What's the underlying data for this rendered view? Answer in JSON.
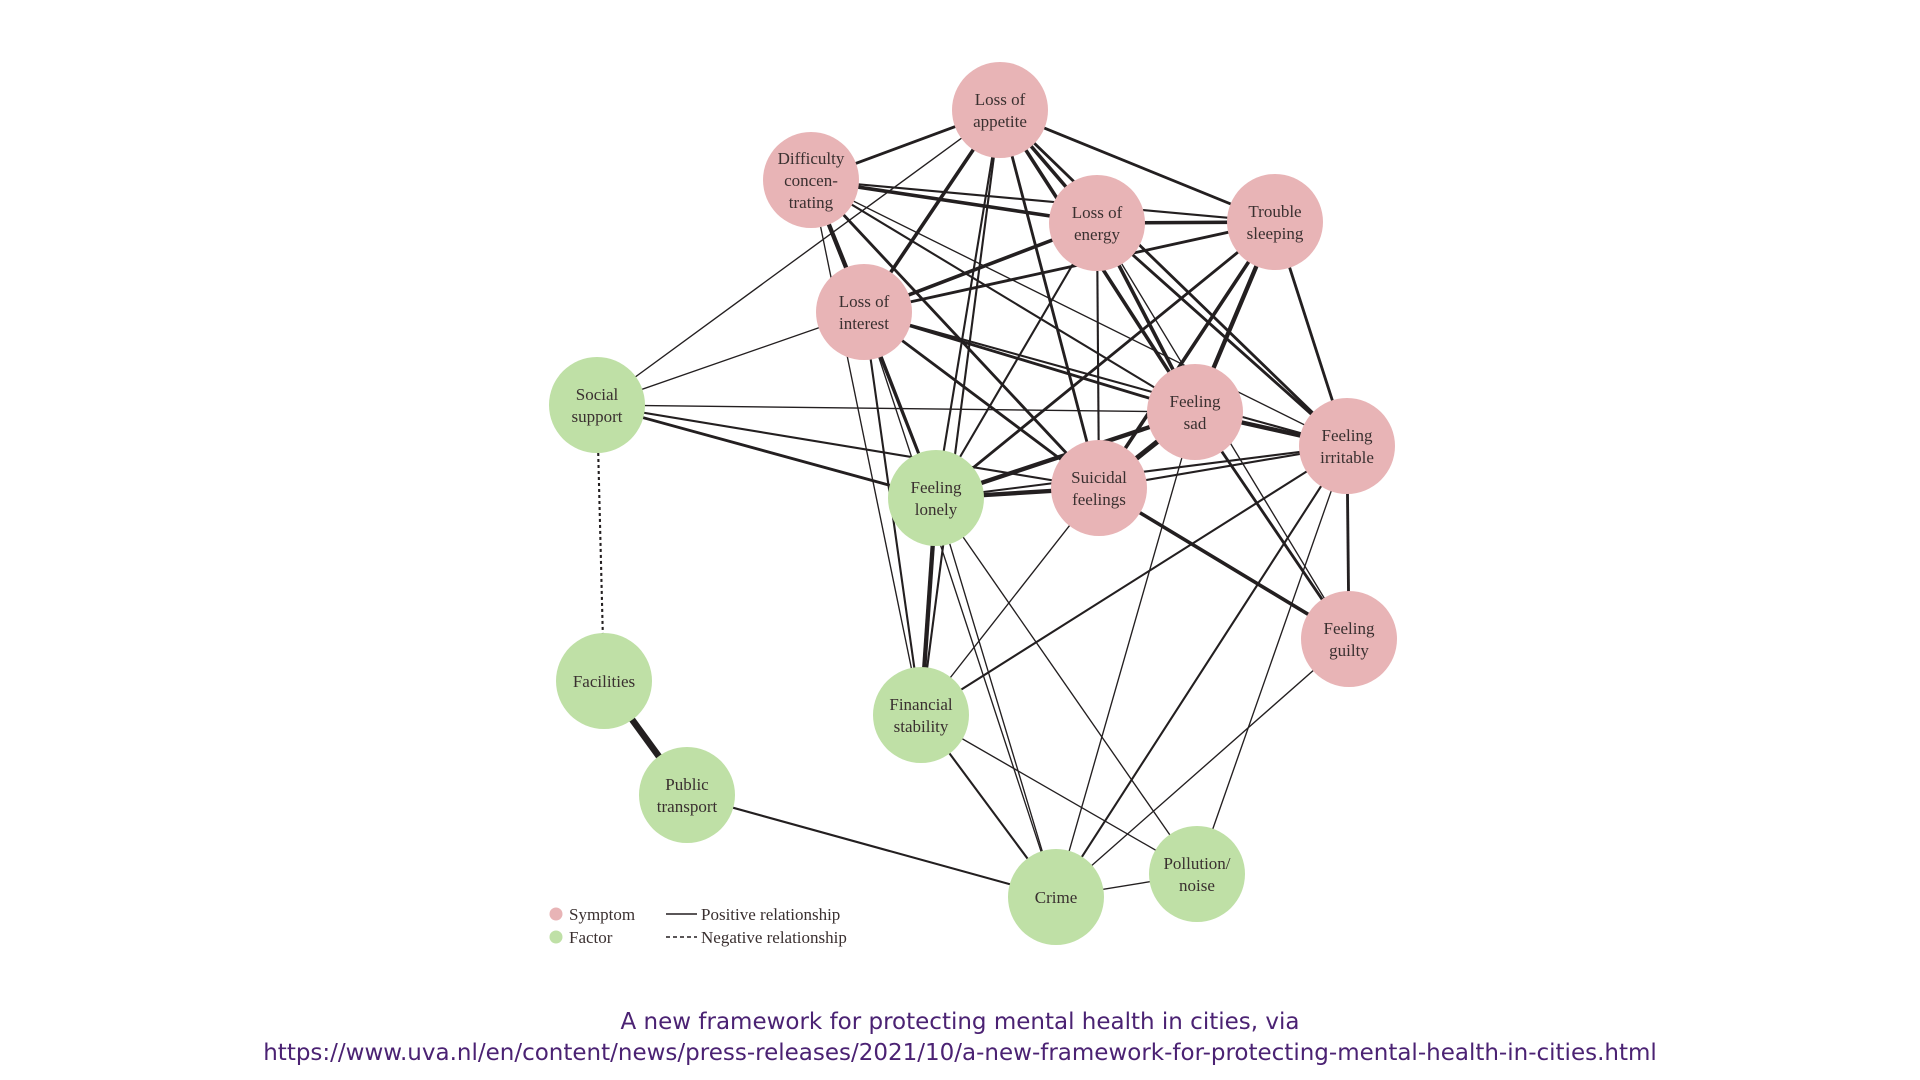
{
  "colors": {
    "symptom": "#e8b4b6",
    "factor": "#bfe0a6",
    "edge": "#231f20",
    "caption": "#4b2273"
  },
  "nodes": [
    {
      "id": "appetite",
      "kind": "symptom",
      "label": [
        "Loss of",
        "appetite"
      ]
    },
    {
      "id": "concentrating",
      "kind": "symptom",
      "label": [
        "Difficulty",
        "concen-",
        "trating"
      ]
    },
    {
      "id": "energy",
      "kind": "symptom",
      "label": [
        "Loss of",
        "energy"
      ]
    },
    {
      "id": "sleeping",
      "kind": "symptom",
      "label": [
        "Trouble",
        "sleeping"
      ]
    },
    {
      "id": "interest",
      "kind": "symptom",
      "label": [
        "Loss of",
        "interest"
      ]
    },
    {
      "id": "sad",
      "kind": "symptom",
      "label": [
        "Feeling",
        "sad"
      ]
    },
    {
      "id": "irritable",
      "kind": "symptom",
      "label": [
        "Feeling",
        "irritable"
      ]
    },
    {
      "id": "suicidal",
      "kind": "symptom",
      "label": [
        "Suicidal",
        "feelings"
      ]
    },
    {
      "id": "guilty",
      "kind": "symptom",
      "label": [
        "Feeling",
        "guilty"
      ]
    },
    {
      "id": "social",
      "kind": "factor",
      "label": [
        "Social",
        "support"
      ]
    },
    {
      "id": "lonely",
      "kind": "factor",
      "label": [
        "Feeling",
        "lonely"
      ]
    },
    {
      "id": "facilities",
      "kind": "factor",
      "label": [
        "Facilities"
      ]
    },
    {
      "id": "financial",
      "kind": "factor",
      "label": [
        "Financial",
        "stability"
      ]
    },
    {
      "id": "transport",
      "kind": "factor",
      "label": [
        "Public",
        "transport"
      ]
    },
    {
      "id": "crime",
      "kind": "factor",
      "label": [
        "Crime"
      ]
    },
    {
      "id": "pollution",
      "kind": "factor",
      "label": [
        "Pollution/",
        "noise"
      ]
    }
  ],
  "edges": [
    {
      "from": "appetite",
      "to": "concentrating",
      "weight": 3
    },
    {
      "from": "appetite",
      "to": "energy",
      "weight": 4
    },
    {
      "from": "appetite",
      "to": "sleeping",
      "weight": 3
    },
    {
      "from": "appetite",
      "to": "interest",
      "weight": 4
    },
    {
      "from": "appetite",
      "to": "sad",
      "weight": 4
    },
    {
      "from": "appetite",
      "to": "irritable",
      "weight": 3
    },
    {
      "from": "appetite",
      "to": "suicidal",
      "weight": 3
    },
    {
      "from": "appetite",
      "to": "lonely",
      "weight": 2
    },
    {
      "from": "appetite",
      "to": "social",
      "weight": 1
    },
    {
      "from": "appetite",
      "to": "financial",
      "weight": 2
    },
    {
      "from": "concentrating",
      "to": "energy",
      "weight": 4
    },
    {
      "from": "concentrating",
      "to": "sleeping",
      "weight": 2
    },
    {
      "from": "concentrating",
      "to": "interest",
      "weight": 5
    },
    {
      "from": "concentrating",
      "to": "sad",
      "weight": 2
    },
    {
      "from": "concentrating",
      "to": "suicidal",
      "weight": 3
    },
    {
      "from": "concentrating",
      "to": "irritable",
      "weight": 1
    },
    {
      "from": "concentrating",
      "to": "lonely",
      "weight": 3
    },
    {
      "from": "concentrating",
      "to": "financial",
      "weight": 1
    },
    {
      "from": "energy",
      "to": "sleeping",
      "weight": 4
    },
    {
      "from": "energy",
      "to": "interest",
      "weight": 4
    },
    {
      "from": "energy",
      "to": "sad",
      "weight": 4
    },
    {
      "from": "energy",
      "to": "irritable",
      "weight": 3
    },
    {
      "from": "energy",
      "to": "suicidal",
      "weight": 2
    },
    {
      "from": "energy",
      "to": "lonely",
      "weight": 2
    },
    {
      "from": "energy",
      "to": "guilty",
      "weight": 1
    },
    {
      "from": "sleeping",
      "to": "interest",
      "weight": 3
    },
    {
      "from": "sleeping",
      "to": "sad",
      "weight": 5
    },
    {
      "from": "sleeping",
      "to": "irritable",
      "weight": 3
    },
    {
      "from": "sleeping",
      "to": "suicidal",
      "weight": 4
    },
    {
      "from": "sleeping",
      "to": "lonely",
      "weight": 3
    },
    {
      "from": "interest",
      "to": "sad",
      "weight": 3
    },
    {
      "from": "interest",
      "to": "suicidal",
      "weight": 3
    },
    {
      "from": "interest",
      "to": "irritable",
      "weight": 2
    },
    {
      "from": "interest",
      "to": "lonely",
      "weight": 3
    },
    {
      "from": "interest",
      "to": "financial",
      "weight": 2
    },
    {
      "from": "interest",
      "to": "social",
      "weight": 1
    },
    {
      "from": "interest",
      "to": "crime",
      "weight": 1
    },
    {
      "from": "sad",
      "to": "irritable",
      "weight": 5
    },
    {
      "from": "sad",
      "to": "suicidal",
      "weight": 6
    },
    {
      "from": "sad",
      "to": "lonely",
      "weight": 5
    },
    {
      "from": "sad",
      "to": "guilty",
      "weight": 3
    },
    {
      "from": "sad",
      "to": "social",
      "weight": 1
    },
    {
      "from": "sad",
      "to": "crime",
      "weight": 1
    },
    {
      "from": "irritable",
      "to": "suicidal",
      "weight": 2
    },
    {
      "from": "irritable",
      "to": "guilty",
      "weight": 3
    },
    {
      "from": "irritable",
      "to": "lonely",
      "weight": 2
    },
    {
      "from": "irritable",
      "to": "financial",
      "weight": 2
    },
    {
      "from": "irritable",
      "to": "crime",
      "weight": 2
    },
    {
      "from": "irritable",
      "to": "pollution",
      "weight": 1
    },
    {
      "from": "suicidal",
      "to": "guilty",
      "weight": 4
    },
    {
      "from": "suicidal",
      "to": "lonely",
      "weight": 5
    },
    {
      "from": "suicidal",
      "to": "social",
      "weight": 2
    },
    {
      "from": "suicidal",
      "to": "financial",
      "weight": 1
    },
    {
      "from": "social",
      "to": "lonely",
      "weight": 3
    },
    {
      "from": "social",
      "to": "facilities",
      "weight": 2,
      "negative": true
    },
    {
      "from": "lonely",
      "to": "financial",
      "weight": 5
    },
    {
      "from": "lonely",
      "to": "crime",
      "weight": 1
    },
    {
      "from": "lonely",
      "to": "pollution",
      "weight": 1
    },
    {
      "from": "financial",
      "to": "crime",
      "weight": 2
    },
    {
      "from": "financial",
      "to": "pollution",
      "weight": 1
    },
    {
      "from": "facilities",
      "to": "transport",
      "weight": 8
    },
    {
      "from": "transport",
      "to": "crime",
      "weight": 2
    },
    {
      "from": "crime",
      "to": "pollution",
      "weight": 1
    },
    {
      "from": "guilty",
      "to": "crime",
      "weight": 1
    }
  ],
  "legend": {
    "symptom": "Symptom",
    "factor": "Factor",
    "positive": "Positive relationship",
    "negative": "Negative relationship"
  },
  "caption": {
    "line1": "A new framework for protecting mental health in cities, via",
    "line2": "https://www.uva.nl/en/content/news/press-releases/2021/10/a-new-framework-for-protecting-mental-health-in-cities.html"
  }
}
